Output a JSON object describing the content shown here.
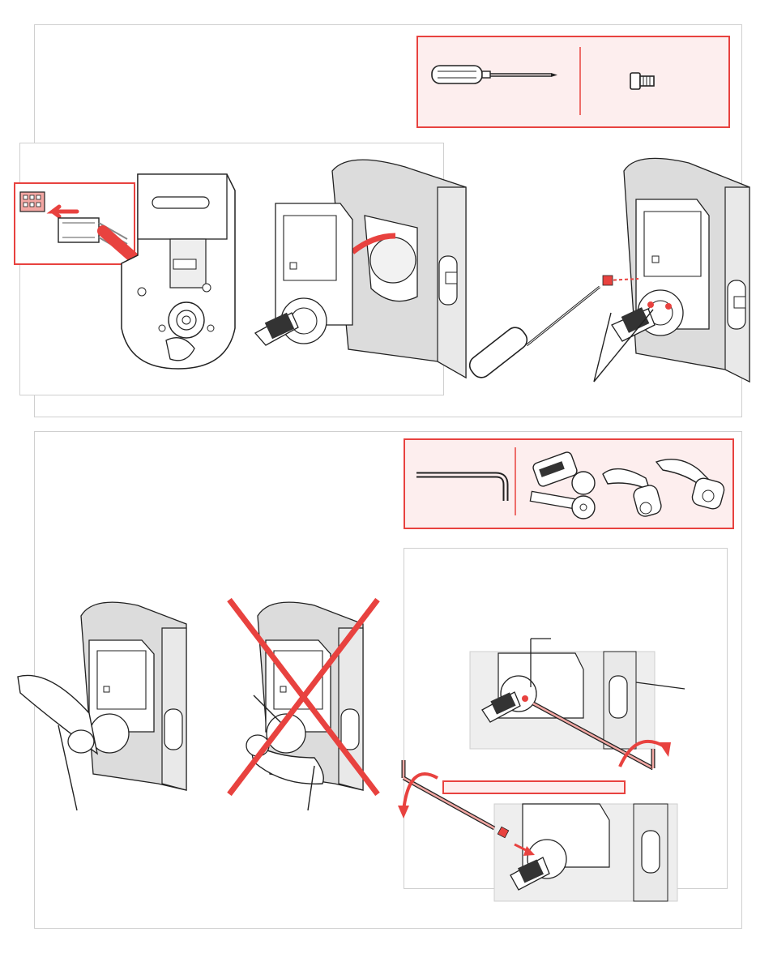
{
  "colors": {
    "accent_red": "#e8423f",
    "pink_fill": "#fdeeee",
    "panel_border": "#cfcfcf",
    "door_gray": "#dcdcdc",
    "line_dark": "#222222"
  },
  "step1": {
    "tools": [
      "screwdriver-icon",
      "screw-icon"
    ],
    "illustrations": [
      "connector-inset",
      "lock-interior-assembly",
      "cable-routing-door",
      "screw-installation-door"
    ]
  },
  "step2": {
    "tools": [
      "hex-key-icon",
      "cylinder-key-icon",
      "lever-handle-left-icon",
      "lever-handle-right-icon"
    ],
    "illustrations": [
      "correct-lever-orientation",
      "incorrect-lever-orientation",
      "set-screw-detail-top",
      "set-screw-detail-bottom"
    ]
  }
}
